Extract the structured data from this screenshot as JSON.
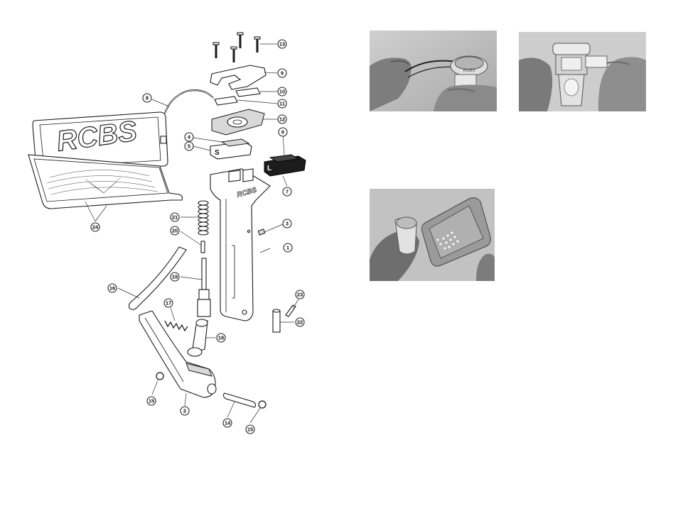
{
  "diagram": {
    "brand_text": "RCBS",
    "die_letter_small": "S",
    "die_letter_large": "L",
    "callouts": [
      "1",
      "2",
      "3",
      "4",
      "5",
      "6",
      "7",
      "8",
      "9",
      "10",
      "11",
      "12",
      "13",
      "14",
      "15",
      "16",
      "17",
      "18",
      "19",
      "20",
      "21",
      "22",
      "23",
      "24"
    ]
  },
  "photos": {
    "brand_text": "RCBS"
  },
  "colors": {
    "line": "#1a1a1a",
    "photo_bg": "#b9b9b9",
    "glove": "#8e8e8e",
    "metal": "#e2e2e2"
  }
}
